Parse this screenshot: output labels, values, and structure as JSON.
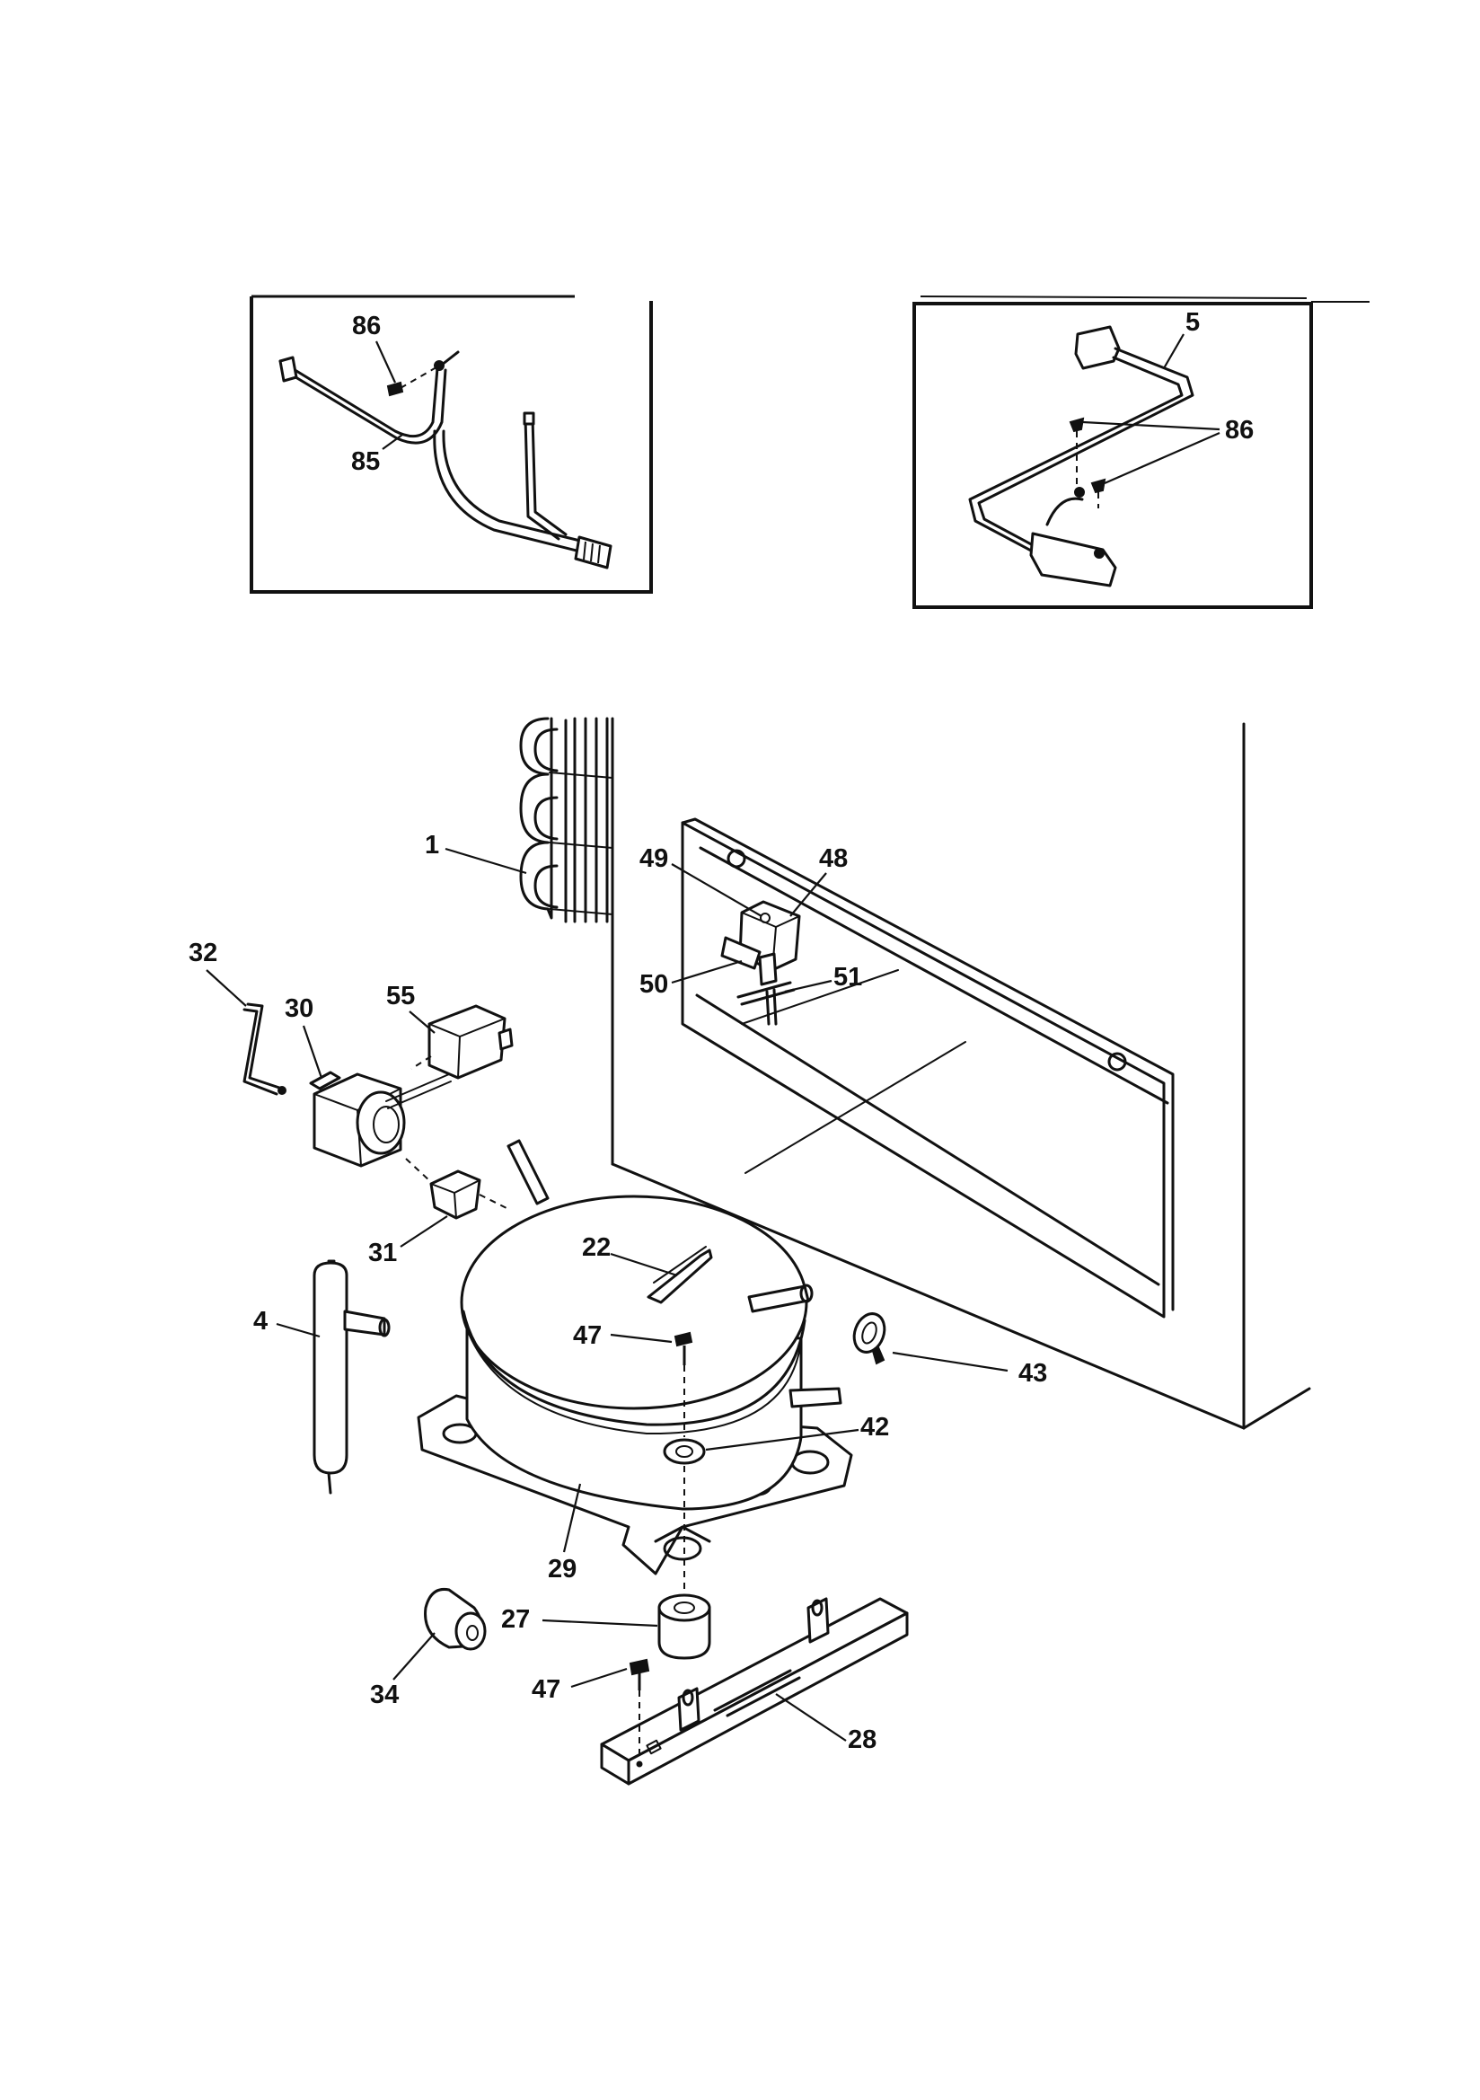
{
  "diagram": {
    "type": "exploded-parts-diagram",
    "callouts": {
      "inset_left_screw": "86",
      "inset_left_harness": "85",
      "inset_right_harness": "5",
      "inset_right_screw": "86",
      "condenser": "1",
      "valve_screw": "49",
      "valve": "48",
      "valve_bracket": "50",
      "valve_tee": "51",
      "clip": "32",
      "relay": "30",
      "cover": "55",
      "overload": "31",
      "drier": "4",
      "clip_22": "22",
      "screw_top": "47",
      "ring_clamp": "43",
      "washer": "42",
      "compressor": "29",
      "grommet": "27",
      "capacitor_bumper": "34",
      "screw_bottom": "47",
      "rail": "28"
    }
  }
}
